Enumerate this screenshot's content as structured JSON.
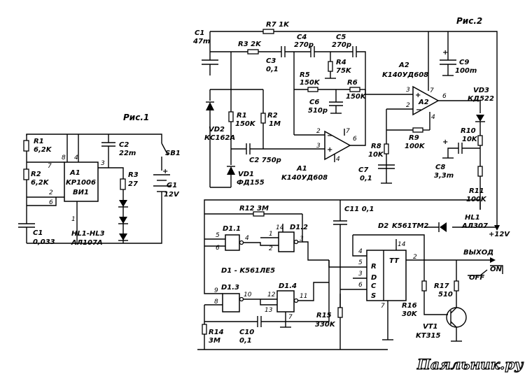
{
  "fig1": {
    "title": "Рис.1",
    "r1": "R1",
    "r1v": "6,2K",
    "r2": "R2",
    "r2v": "6,2K",
    "c2": "C2",
    "c2v": "22m",
    "c1": "C1",
    "c1v": "0,033",
    "a1": "A1",
    "a1t": "KP1006",
    "a1b": "ВИ1",
    "r3": "R3",
    "r3v": "27",
    "sb1": "SB1",
    "g1": "G1",
    "g1v": "12V",
    "hl": "HL1-HL3",
    "hlv": "АЛ107А",
    "pins": {
      "p8": "8",
      "p4": "4",
      "p3": "3",
      "p7": "7",
      "p2": "2",
      "p6": "6",
      "p1": "1"
    }
  },
  "fig2": {
    "title": "Рис.2",
    "c1": "C1",
    "c1v": "47m",
    "r7": "R7 1K",
    "r3": "R3 2K",
    "c4": "C4",
    "c4v": "270p",
    "c5": "C5",
    "c5v": "270p",
    "c3": "C3",
    "c3v": "0,1",
    "r4": "R4",
    "r4v": "75K",
    "r5": "R5",
    "r5v": "150K",
    "r6": "R6",
    "r6v": "150K",
    "c6": "C6",
    "c6v": "510p",
    "a2": "A2",
    "a2v": "K140УД608",
    "a2in": "A2",
    "c9": "C9",
    "c9v": "100m",
    "vd3": "VD3",
    "vd3v": "КД522",
    "vd2": "VD2",
    "vd2v": "КС162А",
    "r1": "R1",
    "r1v": "150K",
    "r2": "R2",
    "r2v": "1M",
    "c2": "C2 750p",
    "vd1": "VD1",
    "vd1v": "ФД155",
    "a1": "A1",
    "a1v": "K140УД608",
    "r8": "R8",
    "r8v": "10K",
    "r9": "R9",
    "r9v": "100K",
    "c7": "C7",
    "c7v": "0,1",
    "r10": "R10",
    "r10v": "10K",
    "c8": "C8",
    "c8v": "3,3m",
    "r11": "R11",
    "r11v": "100K",
    "r12": "R12 3M",
    "c11": "C11 0,1",
    "d11": "D1.1",
    "d12": "D1.2",
    "d13": "D1.3",
    "d14": "D1.4",
    "d1": "D1 - K561ЛЕ5",
    "d2": "D2",
    "d2v": "K561TM2",
    "hl1": "HL1",
    "hl1v": "АЛ307",
    "vplus": "+12V",
    "out": "ВЫХОД",
    "on": "ON",
    "off": "OFF",
    "r14": "R14",
    "r14v": "3M",
    "c10": "C10",
    "c10v": "0,1",
    "r15": "R15",
    "r15v": "330K",
    "r16": "R16",
    "r16v": "30K",
    "r17": "R17",
    "r17v": "510",
    "vt1": "VT1",
    "vt1v": "KT315",
    "tt": "TT",
    "r": "R",
    "d": "D",
    "c": "C",
    "s": "S"
  },
  "watermark": "Паяльник.ру"
}
